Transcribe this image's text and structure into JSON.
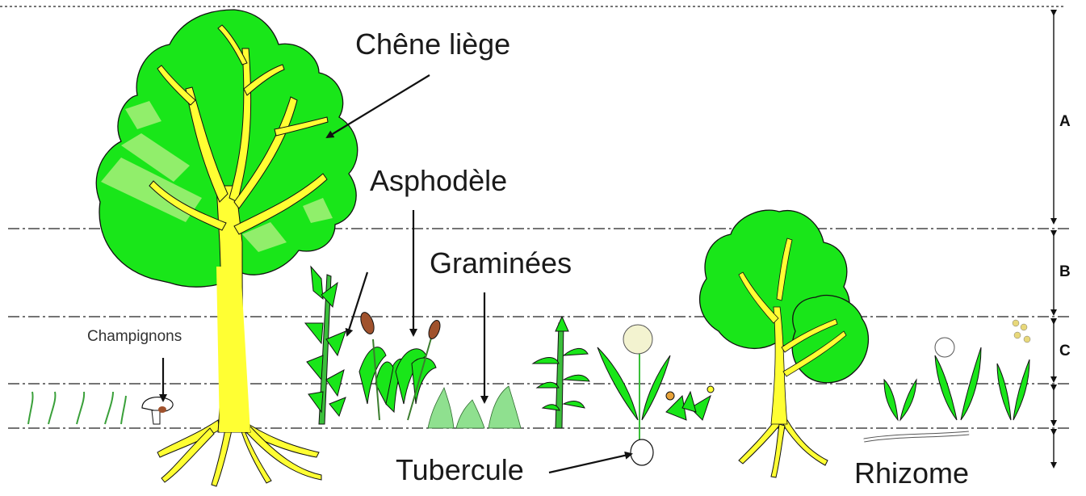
{
  "labels": {
    "chene_liege": "Chêne liège",
    "asphodele": "Asphodèle",
    "graminees": "Graminées",
    "champignons": "Champignons",
    "tubercule": "Tubercule",
    "rhizome": "Rhizome"
  },
  "strata": {
    "a": "A",
    "b": "B",
    "c": "C"
  },
  "colors": {
    "foliage": "#19e619",
    "foliage_light": "#a6f07a",
    "trunk": "#ffff33",
    "outline": "#111111",
    "cattail": "#a0522d"
  }
}
